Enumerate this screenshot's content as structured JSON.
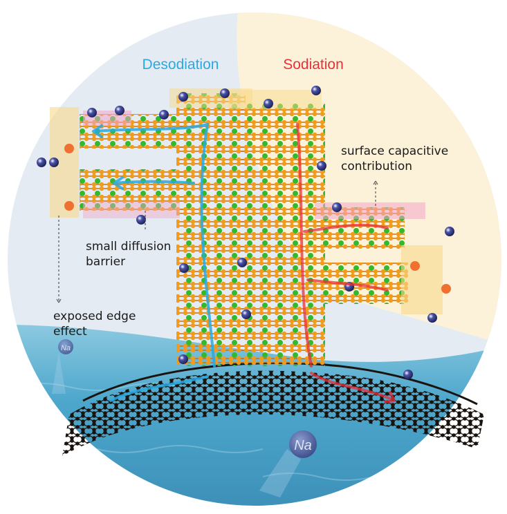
{
  "titles": {
    "desodiation": "Desodiation",
    "sodiation": "Sodiation"
  },
  "labels": {
    "surface_line1": "surface capacitive",
    "surface_line2": "contribution",
    "diffusion_line1": "small diffusion",
    "diffusion_line2": "barrier",
    "edge_line1": "exposed edge",
    "edge_line2": "effect"
  },
  "ion_label": "Na",
  "colors": {
    "desodiation": "#2aa9e0",
    "sodiation": "#e8303a",
    "left_bg": "#e4ebf3",
    "right_bg": "#fcf2da",
    "sea": "#4da7cc",
    "sulfur": "#f0900f",
    "metal": "#2fb52a",
    "carbon": "#1a1410",
    "sodium": "#2a3070"
  }
}
